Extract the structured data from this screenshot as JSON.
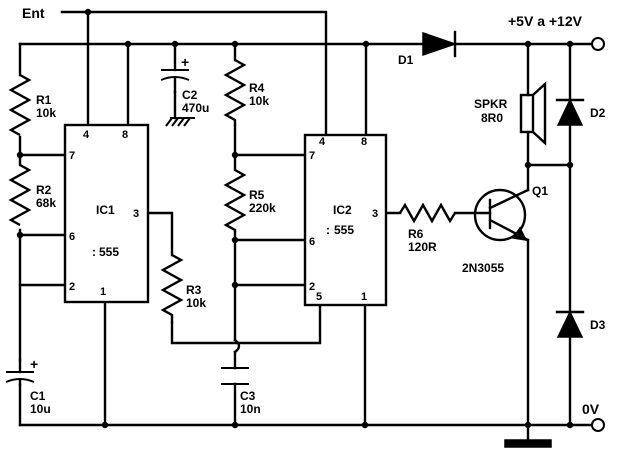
{
  "terminals": {
    "input": "Ent",
    "supply": "+5V a +12V",
    "ground": "0V"
  },
  "ic1": {
    "name": "IC1",
    "type": "555",
    "pins": [
      "4",
      "8",
      "7",
      "6",
      "2",
      "1",
      "3"
    ]
  },
  "ic2": {
    "name": "IC2",
    "type": "555",
    "pins": [
      "4",
      "8",
      "7",
      "6",
      "2",
      "5",
      "1",
      "3"
    ]
  },
  "resistors": [
    {
      "ref": "R1",
      "value": "10k"
    },
    {
      "ref": "R2",
      "value": "68k"
    },
    {
      "ref": "R3",
      "value": "10k"
    },
    {
      "ref": "R4",
      "value": "10k"
    },
    {
      "ref": "R5",
      "value": "220k"
    },
    {
      "ref": "R6",
      "value": "120R"
    }
  ],
  "capacitors": [
    {
      "ref": "C1",
      "value": "10u"
    },
    {
      "ref": "C2",
      "value": "470u"
    },
    {
      "ref": "C3",
      "value": "10n"
    }
  ],
  "diodes": [
    "D1",
    "D2",
    "D3"
  ],
  "transistor": {
    "ref": "Q1",
    "part": "2N3055"
  },
  "speaker": {
    "ref": "SPKR",
    "value": "8R0"
  },
  "polarity_mark": "+",
  "ic_prefix": ":"
}
